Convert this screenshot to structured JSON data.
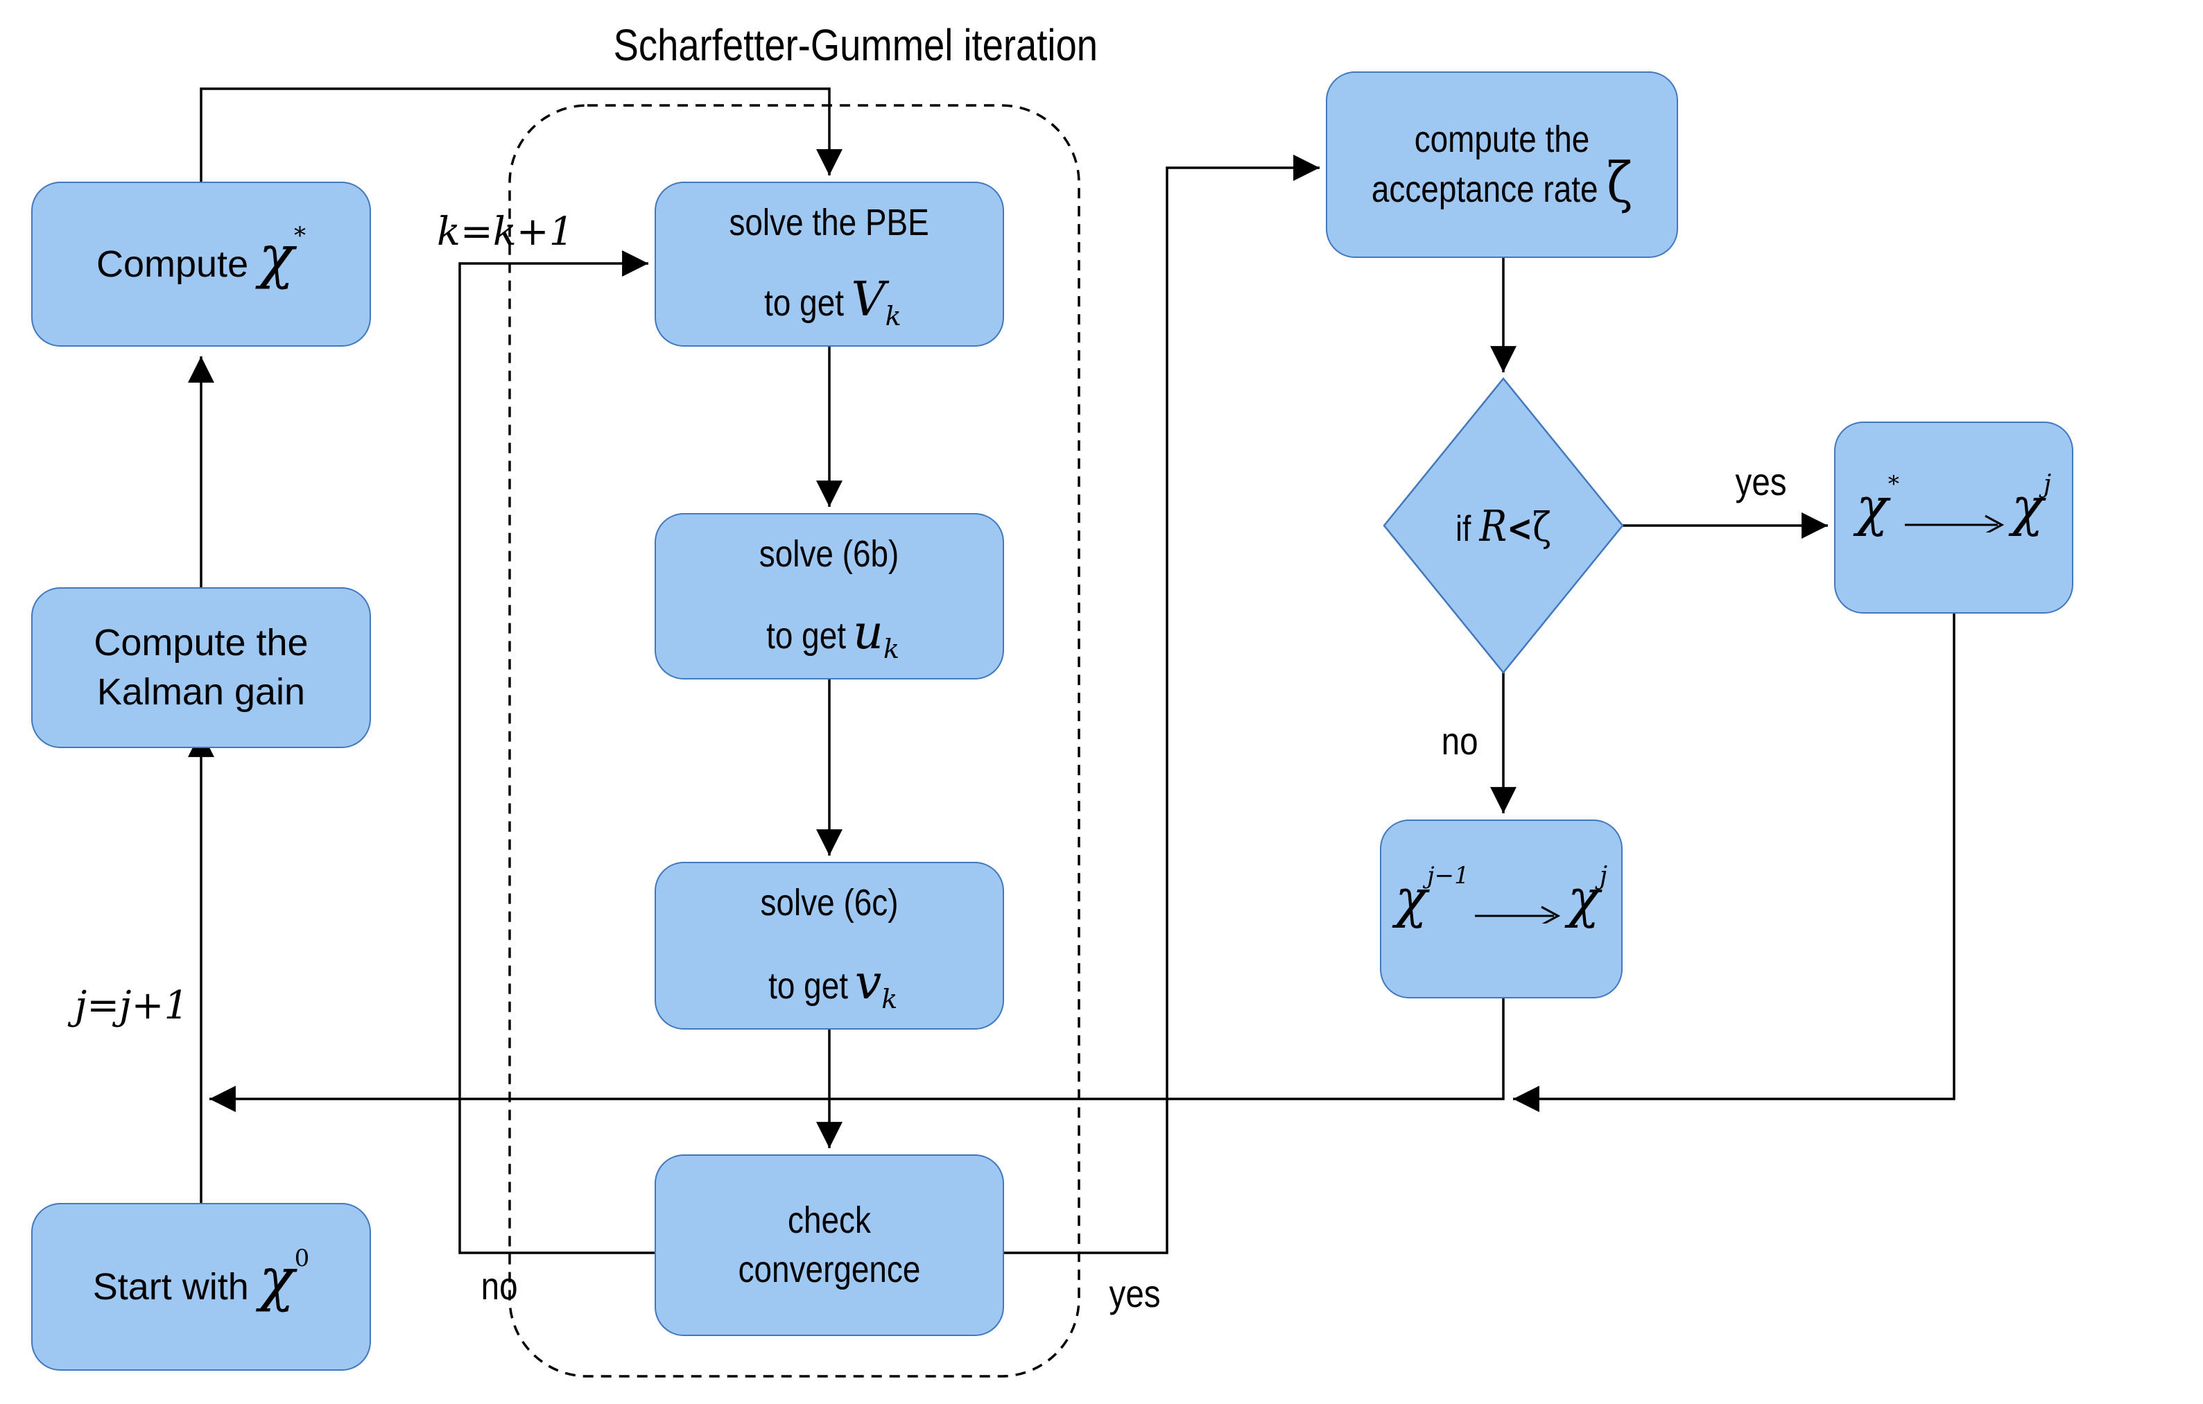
{
  "title": "Scharfetter-Gummel iteration",
  "colors": {
    "box_fill": "#9ec7f1",
    "box_border": "#4178be",
    "line": "#000000"
  },
  "left_column": {
    "compute_chi": {
      "prefix": "Compute ",
      "symbol": "χ",
      "sup": "*"
    },
    "kalman": {
      "line1": "Compute the",
      "line2": "Kalman gain"
    },
    "start": {
      "prefix": "Start with ",
      "symbol": "χ",
      "sup": "0"
    },
    "loop_label": "j=j+1"
  },
  "sg_loop": {
    "iter_label": "k=k+1",
    "solve_pbe": {
      "line1": "solve the PBE",
      "prefix": "to get ",
      "symbol": "V",
      "sub": "k"
    },
    "solve_6b": {
      "line1": "solve (6b)",
      "prefix": "to get ",
      "symbol": "u",
      "sub": "k"
    },
    "solve_6c": {
      "line1": "solve (6c)",
      "prefix": "to get ",
      "symbol": "v",
      "sub": "k"
    },
    "check": {
      "line1": "check",
      "line2": "convergence"
    },
    "no_label": "no",
    "yes_label": "yes"
  },
  "right_column": {
    "acceptance": {
      "line1": "compute the",
      "line2": "acceptance rate ",
      "symbol": "ζ"
    },
    "decision": {
      "prefix": "if ",
      "symbol": "R",
      "op": "<",
      "symbol2": "ζ"
    },
    "yes_label": "yes",
    "no_label": "no",
    "accept_box": {
      "from": "χ",
      "from_sup": "*",
      "to": "χ",
      "to_sup": "j"
    },
    "reject_box": {
      "from": "χ",
      "from_sup": "j−1",
      "to": "χ",
      "to_sup": "j"
    }
  }
}
